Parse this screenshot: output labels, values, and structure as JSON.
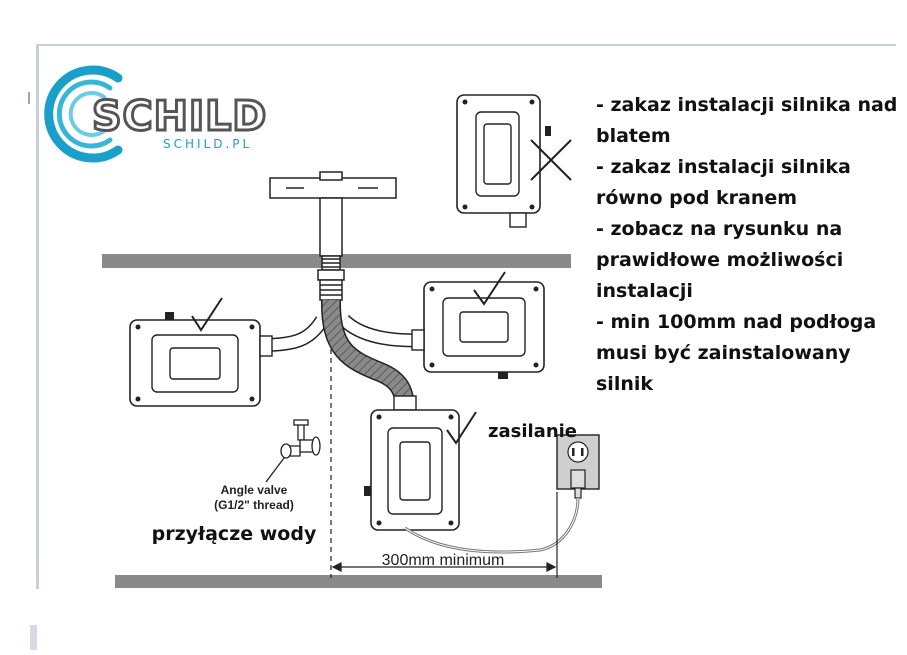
{
  "logo": {
    "brand": "SCHILD",
    "domain": "SCHILD.PL",
    "brand_color": "#555555",
    "accent_color": "#1aa0c8"
  },
  "rules": [
    "- zakaz instalacji silnika nad",
    "blatem",
    "- zakaz instalacji silnika",
    "równo pod kranem",
    "- zobacz na rysunku na",
    "prawidłowe możliwości",
    "instalacji",
    "- min 100mm nad podłoga",
    "musi być zainstalowany",
    "silnik"
  ],
  "labels": {
    "angle_valve_line1": "Angle valve",
    "angle_valve_line2": "(G1/2\" thread)",
    "water_connection": "przyłącze wody",
    "power": "zasilanie",
    "min_distance": "300mm minimum"
  },
  "icons": {
    "cross": "cross-icon",
    "check": "check-icon",
    "socket": "power-socket-icon",
    "plug": "plug-icon",
    "valve": "angle-valve-icon"
  },
  "colors": {
    "shelf": "#8a8a8a",
    "frame": "#c8d0dc",
    "line": "#222222",
    "hose": "#777777",
    "socket": "#cfcfcf"
  }
}
